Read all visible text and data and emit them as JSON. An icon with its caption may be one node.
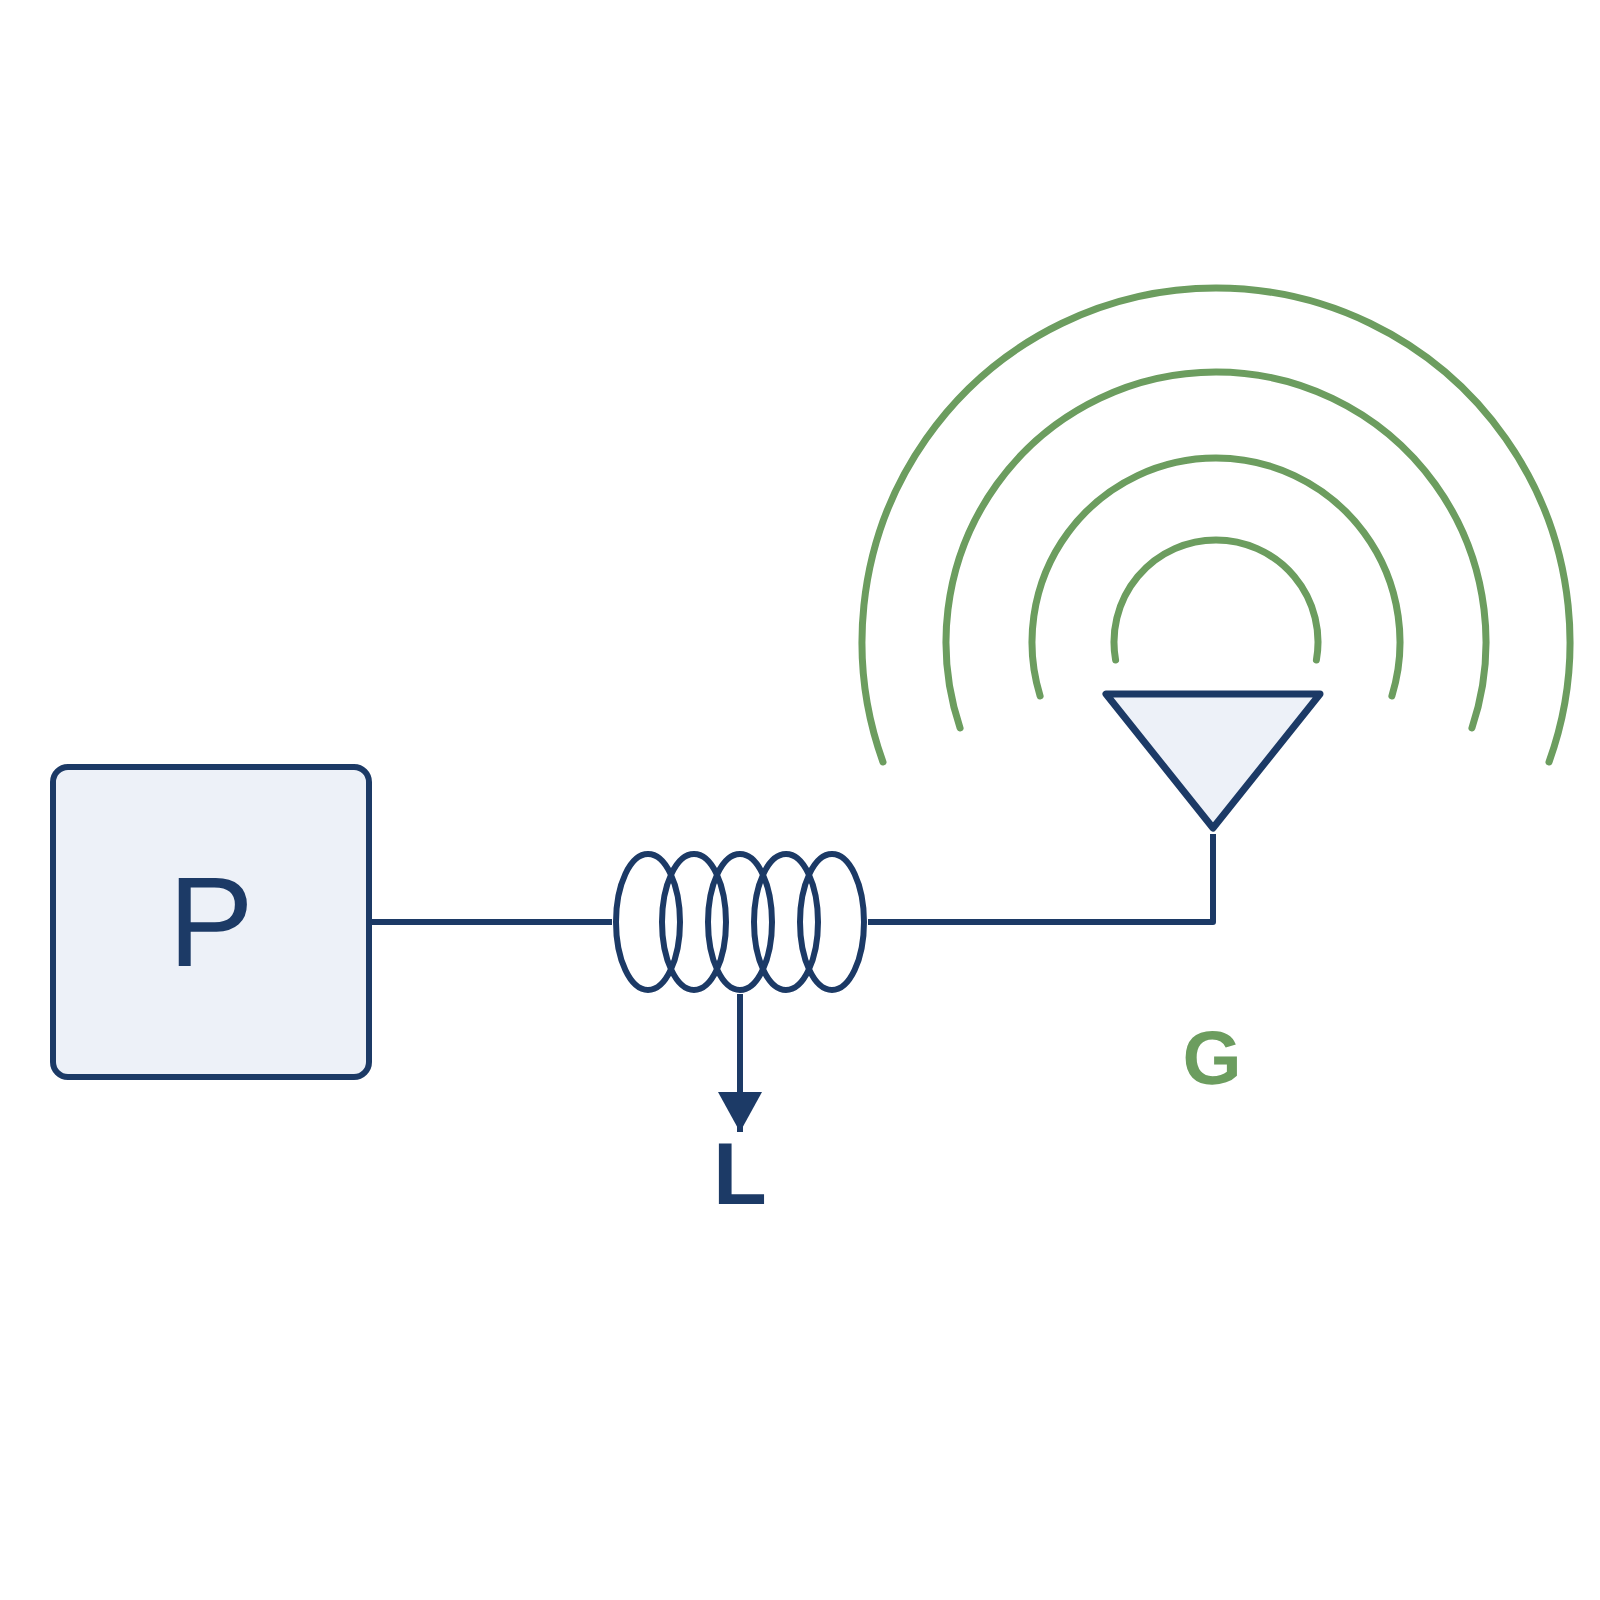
{
  "diagram": {
    "nodes": [
      {
        "text": [
          "P"
        ]
      },
      {
        "text": [],
        "shape": "coil"
      },
      {
        "text": [],
        "shape": "triangle",
        "beside": [
          "G"
        ]
      },
      {
        "text": [
          "L"
        ]
      }
    ],
    "edges": [
      {
        "from": 0,
        "to": 1,
        "arrow": "none"
      },
      {
        "from": 1,
        "to": 2,
        "arrow": "none"
      },
      {
        "from": 1,
        "to": 3,
        "arrow": "to"
      }
    ]
  }
}
